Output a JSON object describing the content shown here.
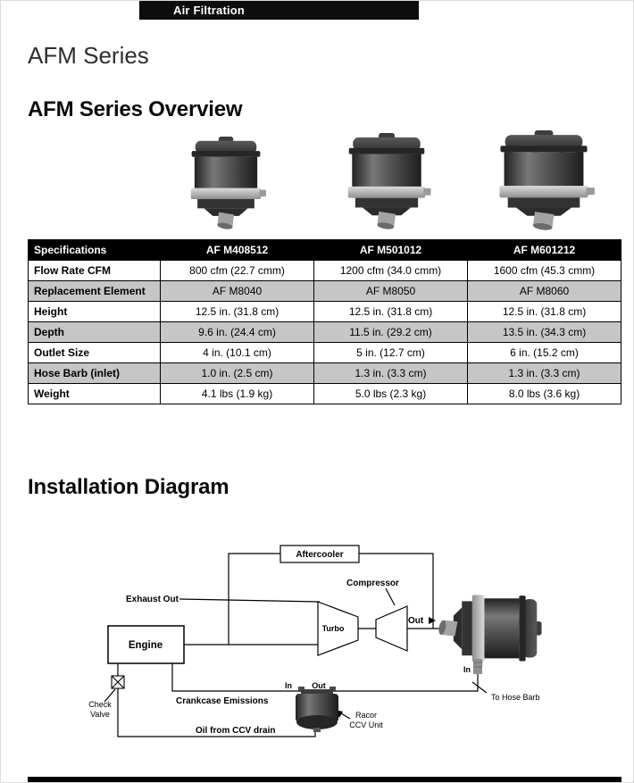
{
  "page": {
    "section_tab": "Air Filtration",
    "series_title": "AFM Series",
    "overview_heading": "AFM Series Overview",
    "installation_heading": "Installation Diagram"
  },
  "spec_table": {
    "columns": [
      "Specifications",
      "AF M408512",
      "AF M501012",
      "AF M601212"
    ],
    "rows": [
      {
        "label": "Flow Rate CFM",
        "values": [
          "800 cfm (22.7 cmm)",
          "1200 cfm (34.0 cmm)",
          "1600 cfm (45.3 cmm)"
        ]
      },
      {
        "label": "Replacement Element",
        "values": [
          "AF M8040",
          "AF M8050",
          "AF M8060"
        ]
      },
      {
        "label": "Height",
        "values": [
          "12.5 in. (31.8 cm)",
          "12.5 in. (31.8 cm)",
          "12.5 in. (31.8 cm)"
        ]
      },
      {
        "label": "Depth",
        "values": [
          "9.6 in. (24.4 cm)",
          "11.5 in. (29.2 cm)",
          "13.5 in. (34.3 cm)"
        ]
      },
      {
        "label": "Outlet Size",
        "values": [
          "4 in. (10.1 cm)",
          "5 in. (12.7 cm)",
          "6 in. (15.2 cm)"
        ]
      },
      {
        "label": "Hose Barb (inlet)",
        "values": [
          "1.0 in. (2.5 cm)",
          "1.3 in. (3.3 cm)",
          "1.3 in. (3.3 cm)"
        ]
      },
      {
        "label": "Weight",
        "values": [
          "4.1 lbs (1.9 kg)",
          "5.0 lbs (2.3 kg)",
          "8.0 lbs (3.6 kg)"
        ]
      }
    ]
  },
  "diagram": {
    "labels": {
      "aftercooler": "Aftercooler",
      "compressor": "Compressor",
      "exhaust_out": "Exhaust Out",
      "engine": "Engine",
      "turbo": "Turbo",
      "compressor_out": "Out",
      "filter_in": "In",
      "to_hose_barb": "To Hose Barb",
      "check_valve_1": "Check",
      "check_valve_2": "Valve",
      "crankcase_emissions": "Crankcase Emissions",
      "ccv_in": "In",
      "ccv_out": "Out",
      "racor_1": "Racor",
      "racor_2": "CCV Unit",
      "oil_drain": "Oil from CCV drain"
    }
  },
  "colors": {
    "bar_black": "#0d0d0d",
    "table_header_bg": "#000000",
    "table_row_alt": "#c6c6c6"
  }
}
